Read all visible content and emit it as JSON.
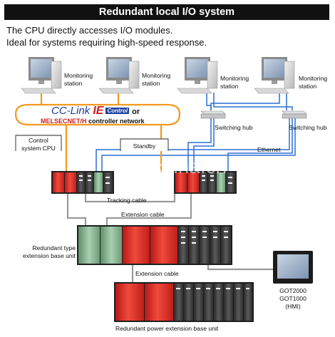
{
  "title": "Redundant local I/O system",
  "intro": [
    "The CPU directly accesses I/O modules.",
    "Ideal for systems requiring high-speed response."
  ],
  "network": {
    "logo_main": "CC-Link ",
    "logo_ie": "IE",
    "logo_control": "Control",
    "or": "or",
    "secondary": "MELSECNET/H",
    "suffix": "controller network"
  },
  "labels": {
    "monitoring_station": [
      "Monitoring",
      "station"
    ],
    "switching_hub": "Switching hub",
    "control_system": [
      "Control",
      "system CPU"
    ],
    "standby": "Standby",
    "ethernet": "Ethernet",
    "tracking_cable": "Tracking cable",
    "extension_cable": "Extension cable",
    "redundant_base": [
      "Redundant type",
      "extension base unit"
    ],
    "got": [
      "GOT2000",
      "GOT1000",
      "(HMI)"
    ],
    "redundant_power_base": "Redundant power extension base unit"
  },
  "watermark": "en.china.cn",
  "colors": {
    "network_ring": "#f29a1e",
    "ethernet_cable": "#2a6fd6",
    "extension_cable": "#9a9a9a",
    "title_bar": "#111111"
  }
}
